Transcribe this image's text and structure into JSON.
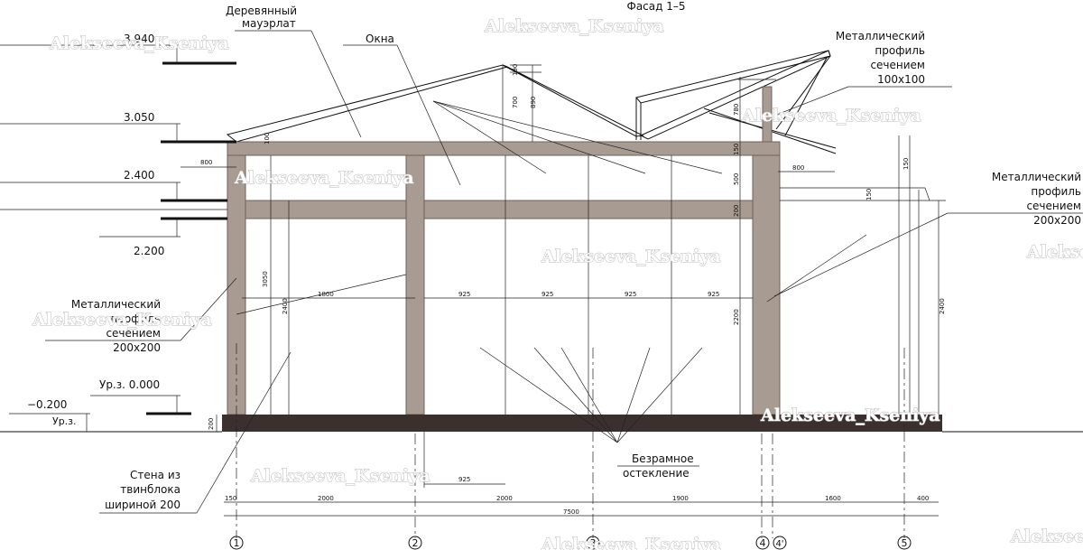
{
  "title": "Фасад 1–5",
  "levels": {
    "top": "3.940",
    "eave": "3.050",
    "mid_upper": "2.400",
    "mid_lower": "2.200",
    "zero": "Ур.з. 0.000",
    "ground_val": "−0.200",
    "ground_lbl": "Ур.з."
  },
  "labels": {
    "mauerlat": [
      "Деревянный",
      "мауэрлат"
    ],
    "windows": "Окна",
    "steel_100": [
      "Металлический",
      "профиль",
      "сечением",
      "100x100"
    ],
    "steel_200_right": [
      "Металлический",
      "профиль",
      "сечением",
      "200x200"
    ],
    "steel_200_left": [
      "Металлический",
      "профиль",
      "сечением",
      "200x200"
    ],
    "frameless": [
      "Безрамное",
      "остекление"
    ],
    "wall": [
      "Стена из",
      "твинблока",
      "шириной 200"
    ]
  },
  "dims": {
    "d800l": "800",
    "d800r": "800",
    "d1800": "1800",
    "d925": [
      "925",
      "925",
      "925",
      "925"
    ],
    "d925b": "925",
    "bottom": [
      "150",
      "2000",
      "2000",
      "1900",
      "1600",
      "400"
    ],
    "total": "7500",
    "v100": "100",
    "v3050": "3050",
    "v2400l": "2400",
    "v700": "700",
    "v890": "890",
    "v190": "190",
    "v150": "150",
    "v500": "500",
    "v200": "200",
    "v2200": "2200",
    "v780": "780",
    "v150r": "150",
    "v150b": "150",
    "v2400r": "2400",
    "v200base": "200"
  },
  "axes": [
    "1",
    "2",
    "3",
    "4",
    "4'",
    "5"
  ],
  "watermark": "Alekseeva_Kseniya",
  "colors": {
    "frame": "#a89b92",
    "frame_stroke": "#6f6259",
    "foundation": "#3b302d"
  }
}
